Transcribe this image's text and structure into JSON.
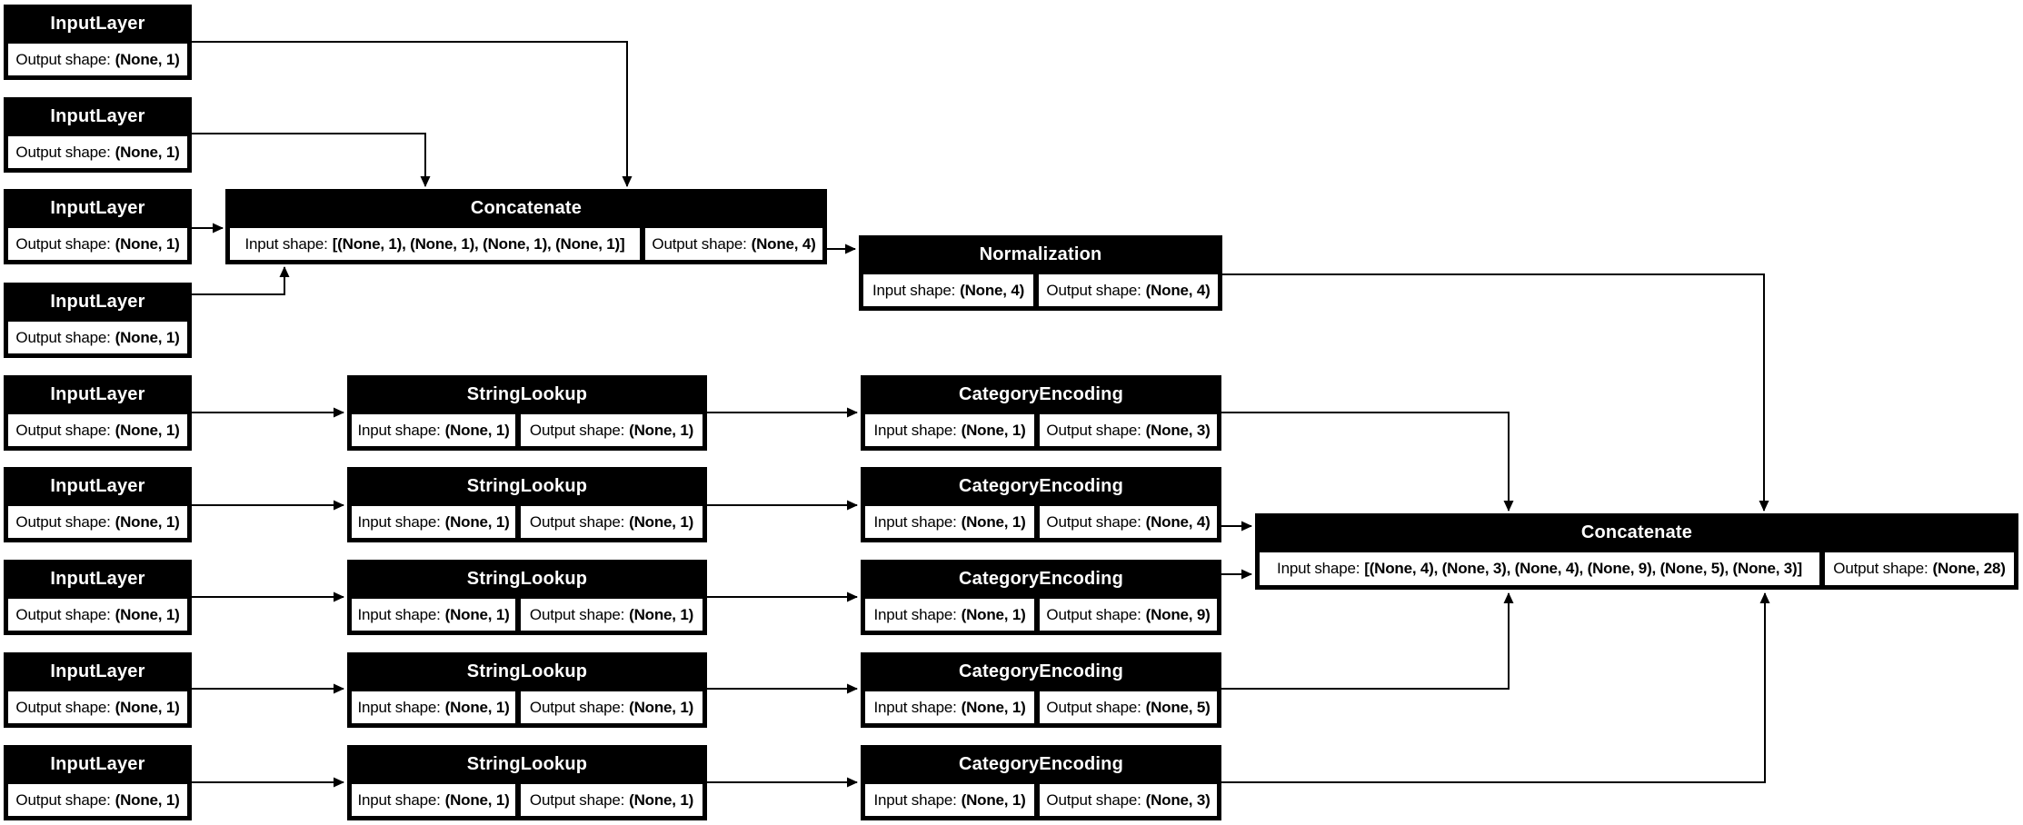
{
  "diagram": {
    "colors": {
      "background": "#ffffff",
      "node_fill": "#000000",
      "node_title_text": "#ffffff",
      "cell_fill": "#ffffff",
      "cell_text": "#000000",
      "edge": "#000000"
    },
    "nodes": [
      {
        "id": "inputlayer-1",
        "title": "InputLayer",
        "cells": [
          {
            "label": "Output shape:",
            "value": "(None, 1)"
          }
        ]
      },
      {
        "id": "inputlayer-2",
        "title": "InputLayer",
        "cells": [
          {
            "label": "Output shape:",
            "value": "(None, 1)"
          }
        ]
      },
      {
        "id": "inputlayer-3",
        "title": "InputLayer",
        "cells": [
          {
            "label": "Output shape:",
            "value": "(None, 1)"
          }
        ]
      },
      {
        "id": "inputlayer-4",
        "title": "InputLayer",
        "cells": [
          {
            "label": "Output shape:",
            "value": "(None, 1)"
          }
        ]
      },
      {
        "id": "inputlayer-5",
        "title": "InputLayer",
        "cells": [
          {
            "label": "Output shape:",
            "value": "(None, 1)"
          }
        ]
      },
      {
        "id": "inputlayer-6",
        "title": "InputLayer",
        "cells": [
          {
            "label": "Output shape:",
            "value": "(None, 1)"
          }
        ]
      },
      {
        "id": "inputlayer-7",
        "title": "InputLayer",
        "cells": [
          {
            "label": "Output shape:",
            "value": "(None, 1)"
          }
        ]
      },
      {
        "id": "inputlayer-8",
        "title": "InputLayer",
        "cells": [
          {
            "label": "Output shape:",
            "value": "(None, 1)"
          }
        ]
      },
      {
        "id": "inputlayer-9",
        "title": "InputLayer",
        "cells": [
          {
            "label": "Output shape:",
            "value": "(None, 1)"
          }
        ]
      },
      {
        "id": "concatenate-1",
        "title": "Concatenate",
        "cells": [
          {
            "label": "Input shape:",
            "value": "[(None, 1), (None, 1), (None, 1), (None, 1)]"
          },
          {
            "label": "Output shape:",
            "value": "(None, 4)"
          }
        ]
      },
      {
        "id": "normalization",
        "title": "Normalization",
        "cells": [
          {
            "label": "Input shape:",
            "value": "(None, 4)"
          },
          {
            "label": "Output shape:",
            "value": "(None, 4)"
          }
        ]
      },
      {
        "id": "stringlookup-1",
        "title": "StringLookup",
        "cells": [
          {
            "label": "Input shape:",
            "value": "(None, 1)"
          },
          {
            "label": "Output shape:",
            "value": "(None, 1)"
          }
        ]
      },
      {
        "id": "stringlookup-2",
        "title": "StringLookup",
        "cells": [
          {
            "label": "Input shape:",
            "value": "(None, 1)"
          },
          {
            "label": "Output shape:",
            "value": "(None, 1)"
          }
        ]
      },
      {
        "id": "stringlookup-3",
        "title": "StringLookup",
        "cells": [
          {
            "label": "Input shape:",
            "value": "(None, 1)"
          },
          {
            "label": "Output shape:",
            "value": "(None, 1)"
          }
        ]
      },
      {
        "id": "stringlookup-4",
        "title": "StringLookup",
        "cells": [
          {
            "label": "Input shape:",
            "value": "(None, 1)"
          },
          {
            "label": "Output shape:",
            "value": "(None, 1)"
          }
        ]
      },
      {
        "id": "stringlookup-5",
        "title": "StringLookup",
        "cells": [
          {
            "label": "Input shape:",
            "value": "(None, 1)"
          },
          {
            "label": "Output shape:",
            "value": "(None, 1)"
          }
        ]
      },
      {
        "id": "categoryencoding-1",
        "title": "CategoryEncoding",
        "cells": [
          {
            "label": "Input shape:",
            "value": "(None, 1)"
          },
          {
            "label": "Output shape:",
            "value": "(None, 3)"
          }
        ]
      },
      {
        "id": "categoryencoding-2",
        "title": "CategoryEncoding",
        "cells": [
          {
            "label": "Input shape:",
            "value": "(None, 1)"
          },
          {
            "label": "Output shape:",
            "value": "(None, 4)"
          }
        ]
      },
      {
        "id": "categoryencoding-3",
        "title": "CategoryEncoding",
        "cells": [
          {
            "label": "Input shape:",
            "value": "(None, 1)"
          },
          {
            "label": "Output shape:",
            "value": "(None, 9)"
          }
        ]
      },
      {
        "id": "categoryencoding-4",
        "title": "CategoryEncoding",
        "cells": [
          {
            "label": "Input shape:",
            "value": "(None, 1)"
          },
          {
            "label": "Output shape:",
            "value": "(None, 5)"
          }
        ]
      },
      {
        "id": "categoryencoding-5",
        "title": "CategoryEncoding",
        "cells": [
          {
            "label": "Input shape:",
            "value": "(None, 1)"
          },
          {
            "label": "Output shape:",
            "value": "(None, 3)"
          }
        ]
      },
      {
        "id": "concatenate-2",
        "title": "Concatenate",
        "cells": [
          {
            "label": "Input shape:",
            "value": "[(None, 4), (None, 3), (None, 4), (None, 9), (None, 5), (None, 3)]"
          },
          {
            "label": "Output shape:",
            "value": "(None, 28)"
          }
        ]
      }
    ],
    "edges": [
      {
        "from": "inputlayer-1",
        "to": "concatenate-1"
      },
      {
        "from": "inputlayer-2",
        "to": "concatenate-1"
      },
      {
        "from": "inputlayer-3",
        "to": "concatenate-1"
      },
      {
        "from": "inputlayer-4",
        "to": "concatenate-1"
      },
      {
        "from": "concatenate-1",
        "to": "normalization"
      },
      {
        "from": "normalization",
        "to": "concatenate-2"
      },
      {
        "from": "inputlayer-5",
        "to": "stringlookup-1"
      },
      {
        "from": "inputlayer-6",
        "to": "stringlookup-2"
      },
      {
        "from": "inputlayer-7",
        "to": "stringlookup-3"
      },
      {
        "from": "inputlayer-8",
        "to": "stringlookup-4"
      },
      {
        "from": "inputlayer-9",
        "to": "stringlookup-5"
      },
      {
        "from": "stringlookup-1",
        "to": "categoryencoding-1"
      },
      {
        "from": "stringlookup-2",
        "to": "categoryencoding-2"
      },
      {
        "from": "stringlookup-3",
        "to": "categoryencoding-3"
      },
      {
        "from": "stringlookup-4",
        "to": "categoryencoding-4"
      },
      {
        "from": "stringlookup-5",
        "to": "categoryencoding-5"
      },
      {
        "from": "categoryencoding-1",
        "to": "concatenate-2"
      },
      {
        "from": "categoryencoding-2",
        "to": "concatenate-2"
      },
      {
        "from": "categoryencoding-3",
        "to": "concatenate-2"
      },
      {
        "from": "categoryencoding-4",
        "to": "concatenate-2"
      },
      {
        "from": "categoryencoding-5",
        "to": "concatenate-2"
      }
    ]
  }
}
